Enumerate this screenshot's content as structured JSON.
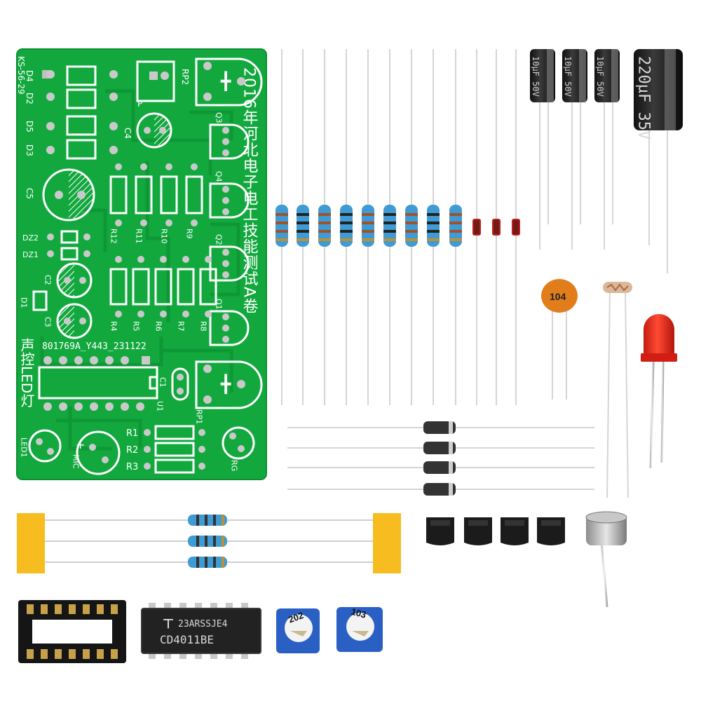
{
  "pcb": {
    "title_vertical": "2016年河北电子电工技能测试A卷",
    "product_vertical": "声控LED灯",
    "serial": "801769A_Y443_231122",
    "board_code": "KS-56-29",
    "labels": {
      "d4": "D4",
      "d2": "D2",
      "d5": "D5",
      "d3": "D3",
      "c5": "C5",
      "c4": "C4",
      "c2": "C2",
      "c3": "C3",
      "c1": "C1",
      "dz2": "DZ2",
      "dz1": "DZ1",
      "d1": "D1",
      "rp2": "RP2",
      "rp1": "RP1",
      "p": "P",
      "q3": "Q3",
      "q4": "Q4",
      "q2": "Q2",
      "q1": "Q1",
      "r12": "R12",
      "r11": "R11",
      "r10": "R10",
      "r9": "R9",
      "r4": "R4",
      "r5": "R5",
      "r6": "R6",
      "r7": "R7",
      "r8": "R8",
      "r1": "R1",
      "r2": "R2",
      "r3": "R3",
      "rg": "RG",
      "u1": "U1",
      "led1": "LED1",
      "mic": "MIC"
    }
  },
  "components": {
    "small_cap_text": "10µF 50V",
    "big_cap_text": "220µF 35V",
    "ceramic_cap": "104",
    "ic_line1": "23ARSSJE4",
    "ic_line2": "CD4011BE",
    "pot1": "202",
    "pot2": "103"
  },
  "colors": {
    "pcb_green": "#12a83e",
    "resistor_blue": "#3e9bd4",
    "tape_yellow": "#f7bd20",
    "led_red": "#e8281c",
    "pot_blue": "#2a5fc4",
    "ceramic_orange": "#e27d1c"
  }
}
